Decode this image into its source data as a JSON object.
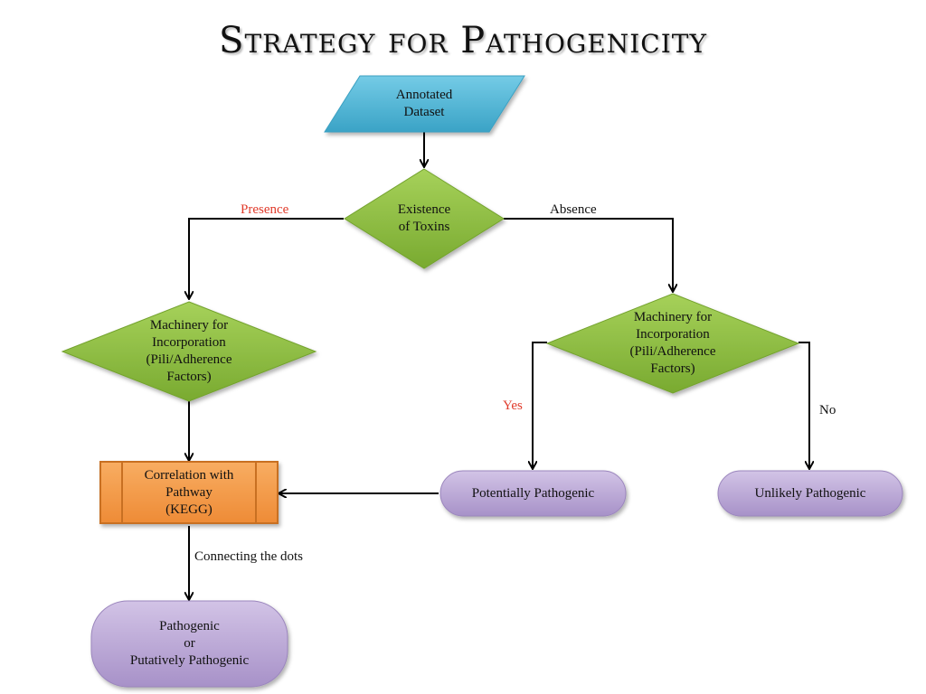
{
  "title": "Strategy for Pathogenicity",
  "colors": {
    "input": "#4bb3d3",
    "decision": "#8cbd3f",
    "process": "#f49a4a",
    "terminal": "#b9a3d2",
    "presence_yes_label": "#e03a2a"
  },
  "nodes": {
    "annotated_dataset": {
      "lines": [
        "Annotated",
        "Dataset"
      ]
    },
    "existence_of_toxins": {
      "lines": [
        "Existence",
        "of Toxins"
      ]
    },
    "machinery_left": {
      "lines": [
        "Machinery for",
        "Incorporation",
        "(Pili/Adherence",
        "Factors)"
      ]
    },
    "machinery_right": {
      "lines": [
        "Machinery for",
        "Incorporation",
        "(Pili/Adherence",
        "Factors)"
      ]
    },
    "correlation": {
      "lines": [
        "Correlation with",
        "Pathway",
        "(KEGG)"
      ]
    },
    "potentially_pathogenic": {
      "lines": [
        "Potentially Pathogenic"
      ]
    },
    "unlikely_pathogenic": {
      "lines": [
        "Unlikely Pathogenic"
      ]
    },
    "pathogenic": {
      "lines": [
        "Pathogenic",
        "or",
        "Putatively Pathogenic"
      ]
    }
  },
  "edge_labels": {
    "presence": "Presence",
    "absence": "Absence",
    "yes": "Yes",
    "no": "No",
    "connecting": "Connecting the dots"
  }
}
